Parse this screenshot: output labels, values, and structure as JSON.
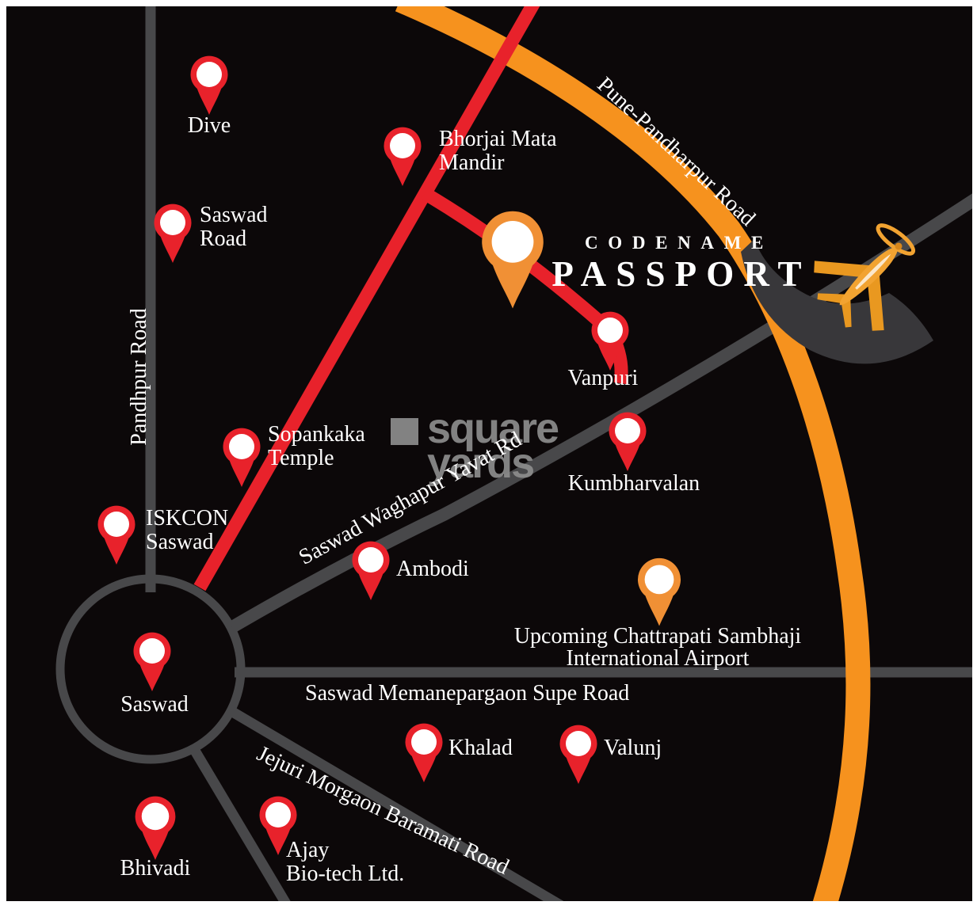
{
  "title": {
    "line1": "CODENAME",
    "line2": "PASSPORT"
  },
  "watermark": {
    "line1": "square",
    "line2": "yards"
  },
  "roads": {
    "pandhpur": {
      "label": "Pandhpur Road",
      "color": "#48484a"
    },
    "pune_pandharpur": {
      "label": "Pune-Pandharpur Road",
      "color": "#f6921e"
    },
    "saswad_waghapur": {
      "label": "Saswad Waghapur Yavat Rd",
      "color": "#48484a"
    },
    "saswad_memanepargaon": {
      "label": "Saswad Memanepargaon Supe Road",
      "color": "#48484a"
    },
    "jejuri": {
      "label": "Jejuri Morgaon Baramati Road",
      "color": "#48484a"
    }
  },
  "pins": {
    "dive": {
      "label": "Dive",
      "color": "red"
    },
    "saswad_road": {
      "line1": "Saswad",
      "line2": "Road",
      "color": "red"
    },
    "bhorjai": {
      "line1": "Bhorjai Mata",
      "line2": "Mandir",
      "color": "red"
    },
    "project": {
      "label": "",
      "color": "orange"
    },
    "vanpuri": {
      "label": "Vanpuri",
      "color": "red"
    },
    "kumbharvalan": {
      "label": "Kumbharvalan",
      "color": "red"
    },
    "sopankaka": {
      "line1": "Sopankaka",
      "line2": "Temple",
      "color": "red"
    },
    "iskcon": {
      "line1": "ISKCON",
      "line2": "Saswad",
      "color": "red"
    },
    "ambodi": {
      "label": "Ambodi",
      "color": "red"
    },
    "saswad": {
      "label": "Saswad",
      "color": "red"
    },
    "airport": {
      "line1": "Upcoming Chattrapati Sambhaji",
      "line2": "International Airport",
      "color": "orange"
    },
    "khalad": {
      "label": "Khalad",
      "color": "red"
    },
    "valunj": {
      "label": "Valunj",
      "color": "red"
    },
    "bhivadi": {
      "label": "Bhivadi",
      "color": "red"
    },
    "ajay": {
      "line1": "Ajay",
      "line2": "Bio-tech Ltd.",
      "color": "red"
    }
  },
  "colors": {
    "background": "#0c0809",
    "road_gray": "#48484a",
    "road_red": "#e8222b",
    "road_orange": "#f6921e",
    "pin_red": "#e8222b",
    "pin_orange": "#f09035",
    "text": "#ffffff",
    "watermark": "#8d8d8d",
    "plane_gold": "#f2a331",
    "plane_shadow": "#38373a"
  }
}
